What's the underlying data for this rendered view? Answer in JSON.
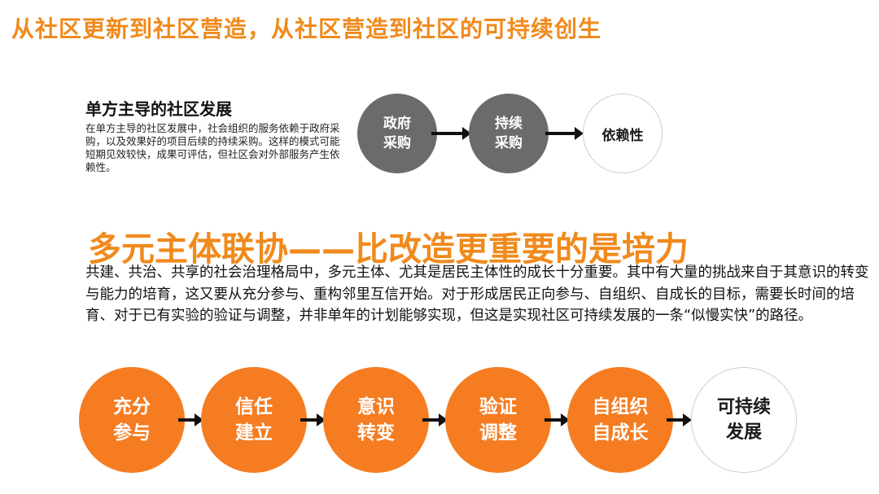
{
  "page_title": "从社区更新到社区营造，从社区营造到社区的可持续创生",
  "top_section": {
    "heading": "单方主导的社区发展",
    "body": "在单方主导的社区发展中，社会组织的服务依赖于政府采购，以及效果好的项目后续的持续采购。这样的模式可能短期见效较快，成果可评估，但社区会对外部服务产生依赖性。",
    "flow": [
      {
        "label": "政府\n采购",
        "style": "gray"
      },
      {
        "label": "持续\n采购",
        "style": "gray"
      },
      {
        "label": "依赖性",
        "style": "dotted"
      }
    ]
  },
  "main_section": {
    "heading": "多元主体联协——比改造更重要的是培力",
    "body": "共建、共治、共享的社会治理格局中，多元主体、尤其是居民主体性的成长十分重要。其中有大量的挑战来自于其意识的转变与能力的培育，这又要从充分参与、重构邻里互信开始。对于形成居民正向参与、自组织、自成长的目标，需要长时间的培育、对于已有实验的验证与调整，并非单年的计划能够实现，但这是实现社区可持续发展的一条“似慢实快”的路径。",
    "flow": [
      {
        "label": "充分\n参与",
        "style": "orange"
      },
      {
        "label": "信任\n建立",
        "style": "orange"
      },
      {
        "label": "意识\n转变",
        "style": "orange"
      },
      {
        "label": "验证\n调整",
        "style": "orange"
      },
      {
        "label": "自组织\n自成长",
        "style": "orange"
      },
      {
        "label": "可持续\n发展",
        "style": "dotted"
      }
    ]
  },
  "colors": {
    "accent_orange": "#f57c21",
    "title_orange": "#f08a1c",
    "gray_circle": "#6b6b6b",
    "arrow": "#111111"
  }
}
